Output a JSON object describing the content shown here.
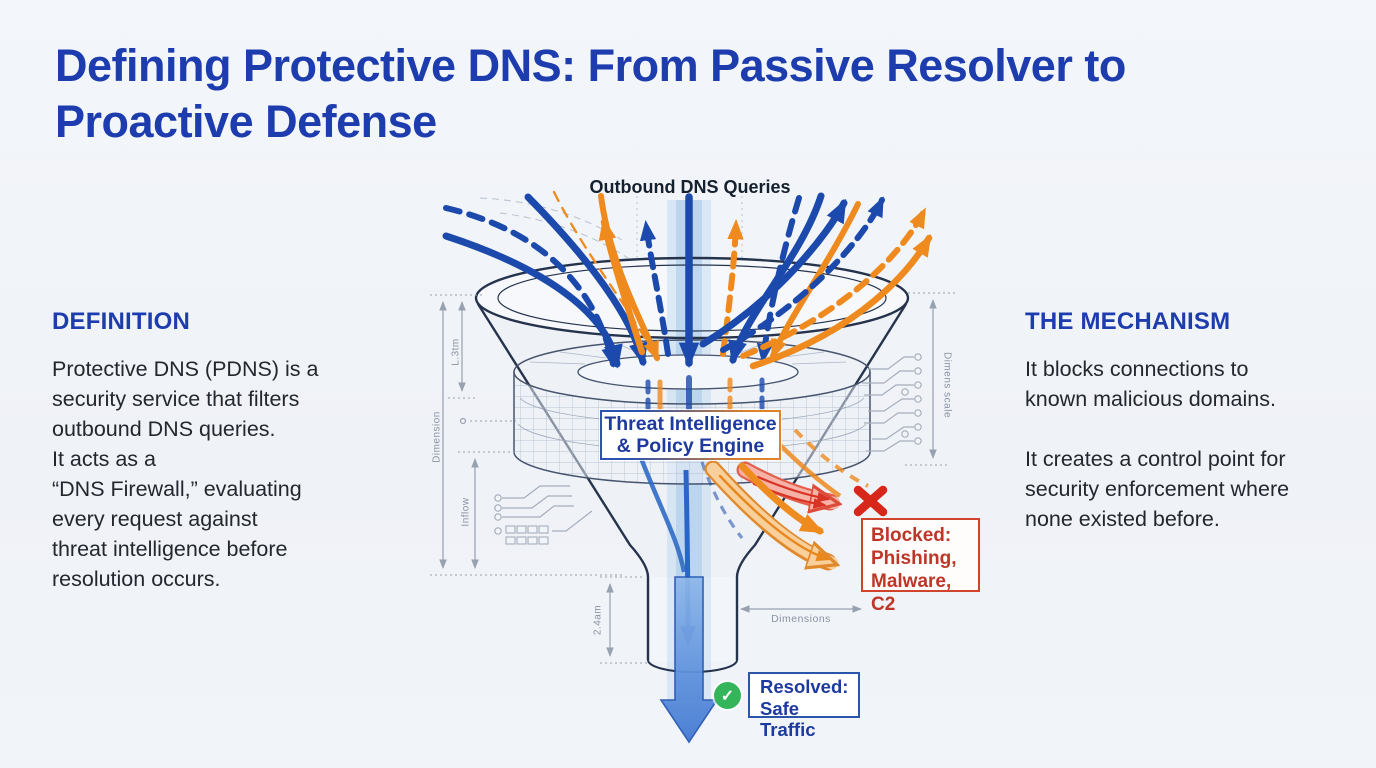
{
  "title": "Defining Protective DNS: From Passive Resolver to\nProactive Defense",
  "sections": {
    "definition": {
      "heading": "DEFINITION",
      "body": "Protective DNS (PDNS) is a\nsecurity service that filters\noutbound DNS queries.\nIt acts as a\n“DNS Firewall,” evaluating\nevery request against\nthreat intelligence before\nresolution occurs."
    },
    "mechanism": {
      "heading": "THE MECHANISM",
      "body": "It blocks connections to\nknown malicious domains.\n\nIt creates a control point for\nsecurity enforcement where\nnone existed before."
    }
  },
  "diagram": {
    "input_label": "Outbound DNS Queries",
    "engine_label": "Threat Intelligence\n& Policy Engine",
    "blocked_label": "Blocked:\nPhishing,\nMalware, C2",
    "resolved_label": "Resolved:\nSafe Traffic",
    "check_glyph": "✓",
    "annotations": {
      "left_upper": "L.3tm",
      "left_outer": "Dimension",
      "left_lower": "Inflow",
      "right_side": "Dimens scale",
      "spout": "2.4am",
      "bottom": "Dimensions"
    },
    "colors": {
      "safe_blue": "#1c4aac",
      "threat_orange": "#ee8a1e",
      "blocked_red": "#d6271a",
      "resolved_green": "#35b55a",
      "heading_blue": "#1d3cae"
    }
  }
}
